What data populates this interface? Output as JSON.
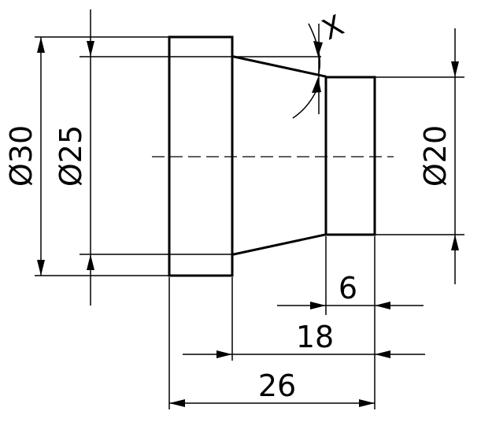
{
  "drawing": {
    "dimensions": {
      "outer_diameter": "Ø30",
      "inner_diameter": "Ø25",
      "small_diameter": "Ø20",
      "step_length": "6",
      "mid_length": "18",
      "total_length": "26",
      "taper_angle": "X"
    }
  }
}
